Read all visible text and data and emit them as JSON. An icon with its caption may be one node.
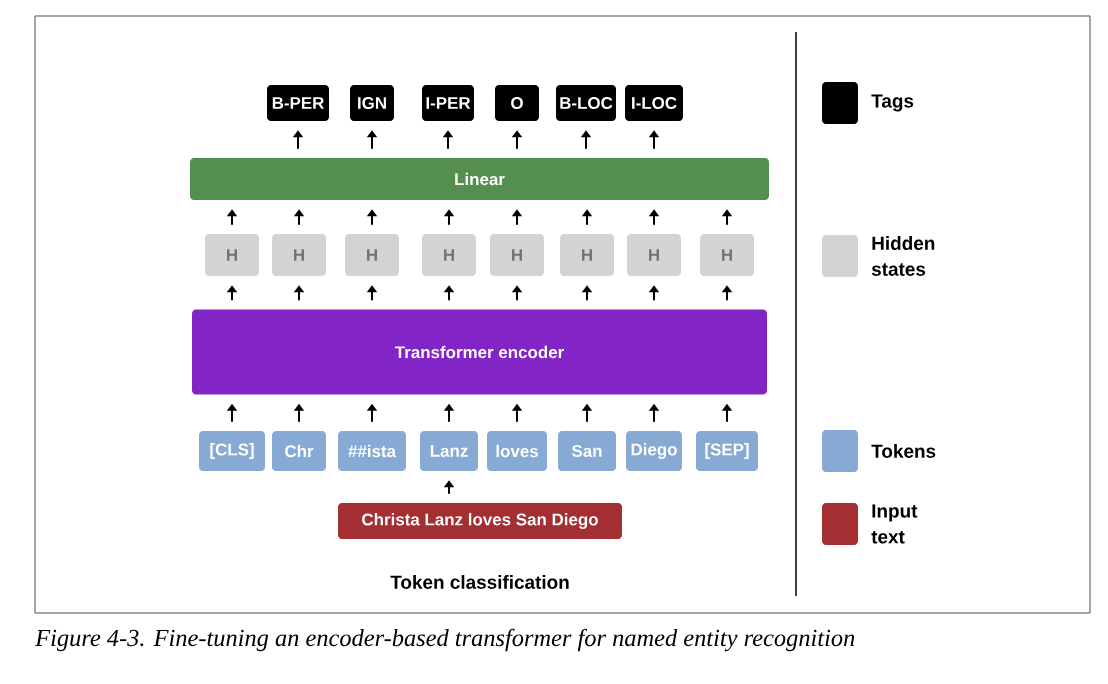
{
  "diagram": {
    "caption": "Figure 4-3. Fine-tuning an encoder-based transformer for named entity recognition",
    "nodes": [
      {
        "text": [
          "Christa Lanz loves San Diego"
        ]
      },
      {
        "text": [
          "[CLS]"
        ]
      },
      {
        "text": [
          "Chr"
        ]
      },
      {
        "text": [
          "##ista"
        ]
      },
      {
        "text": [
          "Lanz"
        ]
      },
      {
        "text": [
          "loves"
        ]
      },
      {
        "text": [
          "San"
        ]
      },
      {
        "text": [
          "Diego"
        ]
      },
      {
        "text": [
          "[SEP]"
        ]
      },
      {
        "text": [
          "Transformer encoder"
        ]
      },
      {
        "text": [
          "H"
        ]
      },
      {
        "text": [
          "H"
        ]
      },
      {
        "text": [
          "H"
        ]
      },
      {
        "text": [
          "H"
        ]
      },
      {
        "text": [
          "H"
        ]
      },
      {
        "text": [
          "H"
        ]
      },
      {
        "text": [
          "H"
        ]
      },
      {
        "text": [
          "H"
        ]
      },
      {
        "text": [
          "Linear"
        ]
      },
      {
        "text": [
          "B-PER"
        ]
      },
      {
        "text": [
          "IGN"
        ]
      },
      {
        "text": [
          "I-PER"
        ]
      },
      {
        "text": [
          "O"
        ]
      },
      {
        "text": [
          "B-LOC"
        ]
      },
      {
        "text": [
          "I-LOC"
        ]
      }
    ],
    "edges": [
      {
        "from": 0,
        "to": 4,
        "arrow": "to"
      },
      {
        "from": 1,
        "to": 9,
        "arrow": "to"
      },
      {
        "from": 2,
        "to": 9,
        "arrow": "to"
      },
      {
        "from": 3,
        "to": 9,
        "arrow": "to"
      },
      {
        "from": 4,
        "to": 9,
        "arrow": "to"
      },
      {
        "from": 5,
        "to": 9,
        "arrow": "to"
      },
      {
        "from": 6,
        "to": 9,
        "arrow": "to"
      },
      {
        "from": 7,
        "to": 9,
        "arrow": "to"
      },
      {
        "from": 8,
        "to": 9,
        "arrow": "to"
      },
      {
        "from": 9,
        "to": 10,
        "arrow": "to"
      },
      {
        "from": 9,
        "to": 11,
        "arrow": "to"
      },
      {
        "from": 9,
        "to": 12,
        "arrow": "to"
      },
      {
        "from": 9,
        "to": 13,
        "arrow": "to"
      },
      {
        "from": 9,
        "to": 14,
        "arrow": "to"
      },
      {
        "from": 9,
        "to": 15,
        "arrow": "to"
      },
      {
        "from": 9,
        "to": 16,
        "arrow": "to"
      },
      {
        "from": 9,
        "to": 17,
        "arrow": "to"
      },
      {
        "from": 10,
        "to": 18,
        "arrow": "to"
      },
      {
        "from": 11,
        "to": 18,
        "arrow": "to"
      },
      {
        "from": 12,
        "to": 18,
        "arrow": "to"
      },
      {
        "from": 13,
        "to": 18,
        "arrow": "to"
      },
      {
        "from": 14,
        "to": 18,
        "arrow": "to"
      },
      {
        "from": 15,
        "to": 18,
        "arrow": "to"
      },
      {
        "from": 16,
        "to": 18,
        "arrow": "to"
      },
      {
        "from": 17,
        "to": 18,
        "arrow": "to"
      },
      {
        "from": 18,
        "to": 19,
        "arrow": "to"
      },
      {
        "from": 18,
        "to": 20,
        "arrow": "to"
      },
      {
        "from": 18,
        "to": 21,
        "arrow": "to"
      },
      {
        "from": 18,
        "to": 22,
        "arrow": "to"
      },
      {
        "from": 18,
        "to": 23,
        "arrow": "to"
      },
      {
        "from": 18,
        "to": 24,
        "arrow": "to"
      }
    ],
    "labels": [
      "Token classification"
    ],
    "legend": [
      {
        "text": "Tags",
        "color": "#000000"
      },
      {
        "text": "Hidden states",
        "color": "#d3d3d3"
      },
      {
        "text": "Tokens",
        "color": "#87aad4"
      },
      {
        "text": "Input text",
        "color": "#a32f33"
      }
    ]
  }
}
